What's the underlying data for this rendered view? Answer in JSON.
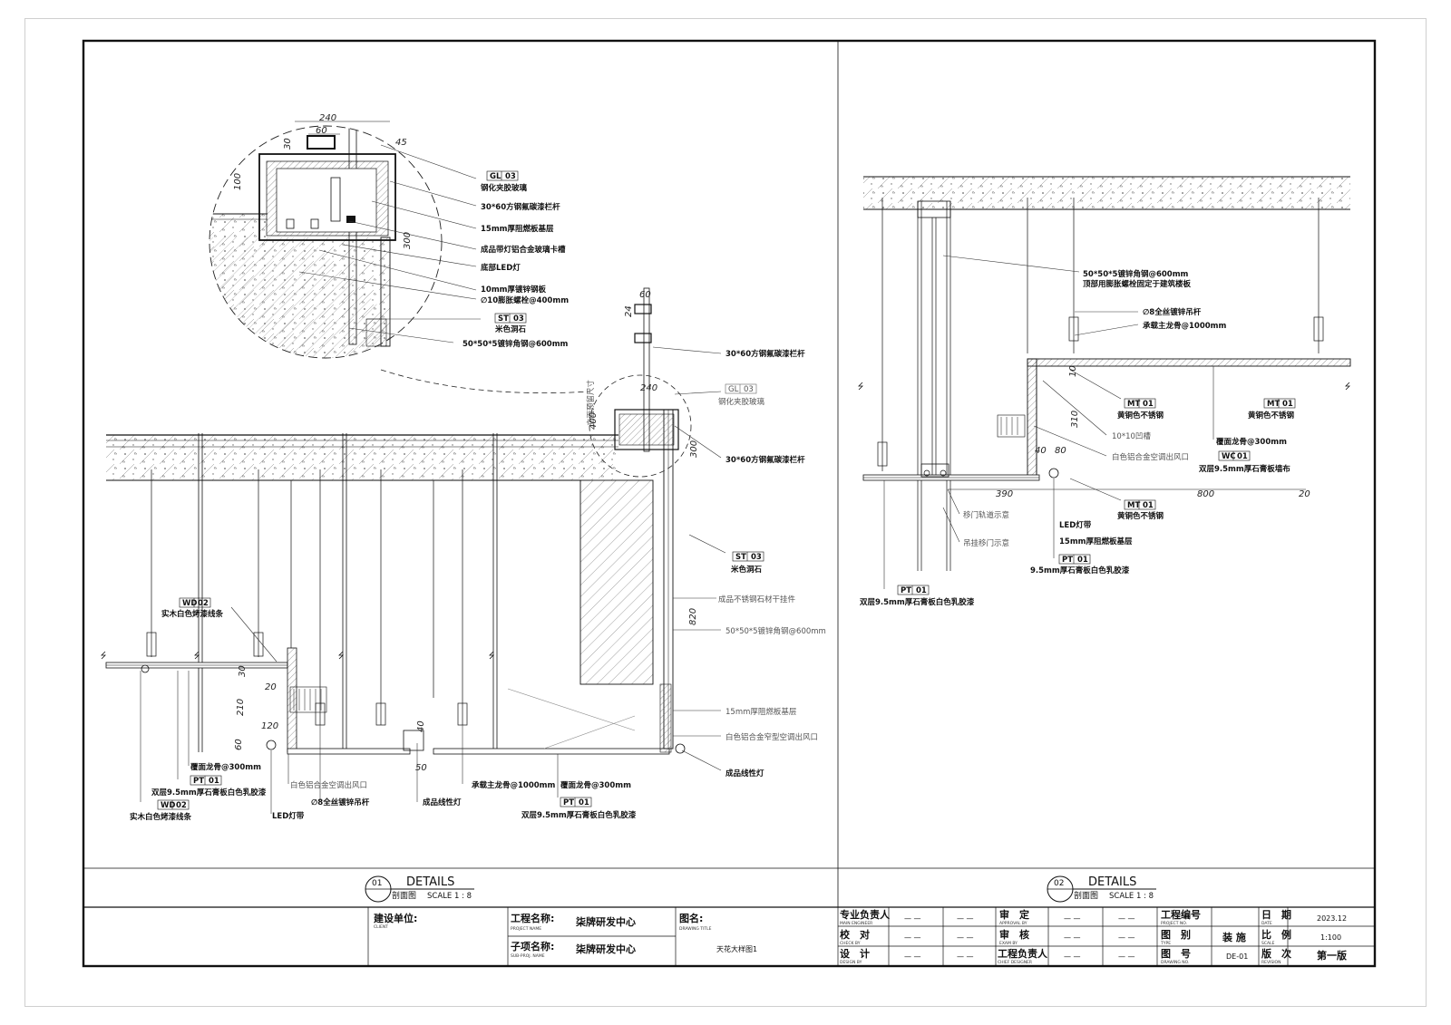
{
  "detail1": {
    "number": "01",
    "title": "DETAILS",
    "subtitle": "剖面图",
    "scale": "SCALE 1 : 8"
  },
  "detail2": {
    "number": "02",
    "title": "DETAILS",
    "subtitle": "剖面图",
    "scale": "SCALE 1 : 8"
  },
  "zoom_annotations": {
    "gl03_code": "GL",
    "gl03_num": "03",
    "gl03_text": "钢化夹胶玻璃",
    "rail": "30*60方钢氟碳漆栏杆",
    "fire_board": "15mm厚阻燃板基层",
    "alu_clip": "成品带灯铝合金玻璃卡槽",
    "led_bottom": "底部LED灯",
    "steel_plate": "10mm厚镀锌钢板",
    "bolt": "∅10膨胀螺栓@400mm",
    "st03_code": "ST",
    "st03_num": "03",
    "st03_text": "米色洞石",
    "angle_steel": "50*50*5镀锌角钢@600mm"
  },
  "detail1_annotations": {
    "rail1": "30*60方钢氟碳漆栏杆",
    "gl03_code": "GL",
    "gl03_num": "03",
    "gl03_text": "钢化夹胶玻璃",
    "rail2": "30*60方钢氟碳漆栏杆",
    "st03_code": "ST",
    "st03_num": "03",
    "st03_text": "米色洞石",
    "ss_hanger": "成品不锈钢石材干挂件",
    "angle": "50*50*5镀锌角钢@600mm",
    "fire_board": "15mm厚阻燃板基层",
    "vent": "白色铝合金窄型空调出风口",
    "linear_light": "成品线性灯",
    "wd02a_code": "WD",
    "wd02a_num": "02",
    "wd02a_text": "实木白色烤漆线条",
    "keel_cover": "覆面龙骨@300mm",
    "pt01a_code": "PT",
    "pt01a_num": "01",
    "pt01a_text": "双层9.5mm厚石膏板白色乳胶漆",
    "wd02b_code": "WD",
    "wd02b_num": "02",
    "wd02b_text": "实木白色烤漆线条",
    "vent2": "白色铝合金空调出风口",
    "rod": "∅8全丝镀锌吊杆",
    "led_strip": "LED灯带",
    "linear_light2": "成品线性灯",
    "main_keel": "承载主龙骨@1000mm",
    "keel_cover2": "覆面龙骨@300mm",
    "pt01b_code": "PT",
    "pt01b_num": "01",
    "pt01b_text": "双层9.5mm厚石膏板白色乳胶漆",
    "vertical_note": "立面预留尺寸"
  },
  "detail2_annotations": {
    "angle": "50*50*5镀锌角钢@600mm",
    "angle_fix": "顶部用膨胀螺栓固定于建筑楼板",
    "rod": "∅8全丝镀锌吊杆",
    "main_keel": "承载主龙骨@1000mm",
    "mt01a_code": "MT",
    "mt01a_num": "01",
    "mt01a_text": "黄铜色不锈钢",
    "mt01b_code": "MT",
    "mt01b_num": "01",
    "mt01b_text": "黄铜色不锈钢",
    "channel": "10*10凹槽",
    "vent": "白色铝合金空调出风口",
    "keel_cover": "覆面龙骨@300mm",
    "wc01_code": "WC",
    "wc01_num": "01",
    "wc01_text": "双层9.5mm厚石膏板墙布",
    "mt01c_code": "MT",
    "mt01c_num": "01",
    "mt01c_text": "黄铜色不锈钢",
    "track": "移门轨道示意",
    "door": "吊挂移门示意",
    "led": "LED灯带",
    "fire_board": "15mm厚阻燃板基层",
    "pt01a_code": "PT",
    "pt01a_num": "01",
    "pt01a_text": "9.5mm厚石膏板白色乳胶漆",
    "pt01b_code": "PT",
    "pt01b_num": "01",
    "pt01b_text": "双层9.5mm厚石膏板白色乳胶漆"
  },
  "dimensions": {
    "z240": "240",
    "z60": "60",
    "z30": "30",
    "z100": "100",
    "z300": "300",
    "z45": "45",
    "d60": "60",
    "d24": "24",
    "d240": "240",
    "d400": "400",
    "d300": "300",
    "d820": "820",
    "d20": "20",
    "d30": "30",
    "d210": "210",
    "d120": "120",
    "d50": "50",
    "d40": "40",
    "d60b": "60",
    "e390": "390",
    "e800": "800",
    "e310": "310",
    "e40": "40",
    "e80": "80",
    "e20": "20",
    "e10": "10"
  },
  "title_block": {
    "client_label": "建设单位:",
    "client_sub": "CLIENT",
    "project_label": "工程名称:",
    "project_sub": "PROJECT NAME",
    "project_value": "柒牌研发中心",
    "subproject_label": "子项名称:",
    "subproject_sub": "SUB-PROJ. NAME",
    "subproject_value": "柒牌研发中心",
    "drawing_label": "图名:",
    "drawing_sub": "DRAWING TITLE",
    "drawing_value": "天花大样图1",
    "main_engineer": "专业负责人",
    "main_engineer_sub": "MAIN ENGINEER",
    "check": "校　对",
    "check_sub": "CHECK BY",
    "design": "设　计",
    "design_sub": "DESIGN BY",
    "approval": "审　定",
    "approval_sub": "APPROVAL BY",
    "exam": "审　核",
    "exam_sub": "EXAM BY",
    "chief": "工程负责人",
    "chief_sub": "CHIEF DESIGNER",
    "dash": "— —",
    "project_no": "工程编号",
    "project_no_sub": "PROJECT NO.",
    "type": "图　别",
    "type_sub": "TYPE",
    "type_value": "装 施",
    "drawing_no": "图　号",
    "drawing_no_sub": "DRAWING NO.",
    "drawing_no_value": "DE-01",
    "date": "日　期",
    "date_sub": "DATE",
    "date_value": "2023.12",
    "scale": "比　例",
    "scale_sub": "SCALE",
    "scale_value": "1:100",
    "revision": "版　次",
    "revision_sub": "REVISION",
    "revision_value": "第一版"
  },
  "colors": {
    "line": "#111111",
    "hatch": "#777777",
    "leader": "#333333"
  }
}
